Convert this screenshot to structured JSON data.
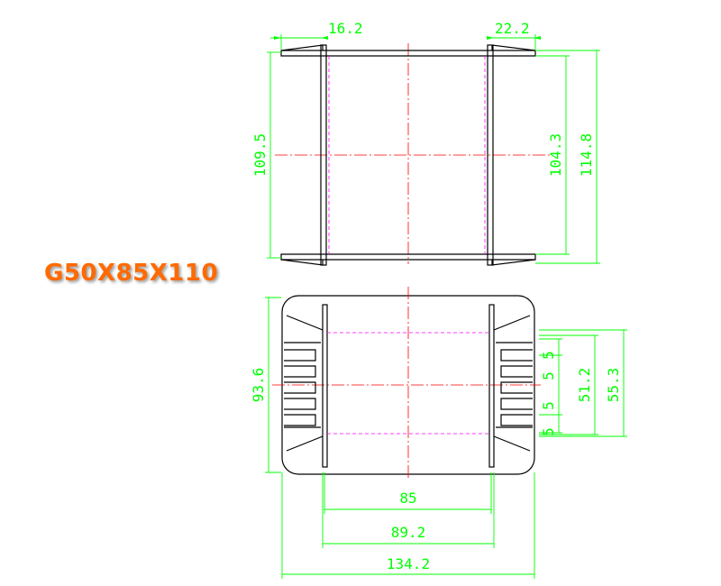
{
  "title": "G50X85X110",
  "colors": {
    "outline": "#000000",
    "dimension": "#00ff00",
    "centerline": "#ff0000",
    "hidden": "#ff00ff",
    "title": "#ff6a00"
  },
  "top_view": {
    "dims": {
      "left_flange": "16.2",
      "right_flange": "22.2",
      "left_height": "109.5",
      "inner_height": "104.3",
      "outer_height": "114.8"
    }
  },
  "bottom_view": {
    "dims": {
      "height": "93.6",
      "slot_a": "5",
      "slot_b": "5",
      "slot_c": "5",
      "slot_d": "5",
      "inner": "51.2",
      "outer": "55.3",
      "width_inner": "85",
      "width_mid": "89.2",
      "width_outer": "134.2"
    }
  }
}
